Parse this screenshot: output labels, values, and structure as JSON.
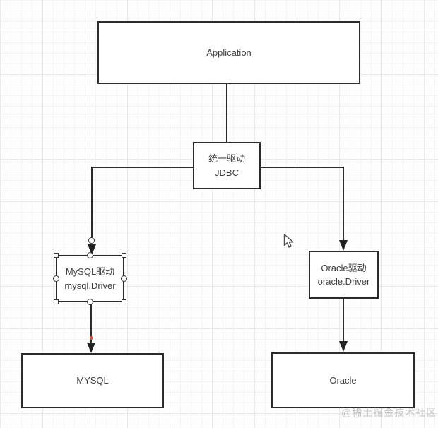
{
  "diagram": {
    "title_implicit": "JDBC driver architecture flowchart",
    "nodes": {
      "application": {
        "label": "Application"
      },
      "jdbc": {
        "line1": "统一驱动",
        "line2": "JDBC"
      },
      "mysql_driver": {
        "line1": "MySQL驱动",
        "line2": "mysql.Driver",
        "selected": true
      },
      "oracle_driver": {
        "line1": "Oracle驱动",
        "line2": "oracle.Driver",
        "selected": false
      },
      "mysql_db": {
        "label": "MYSQL"
      },
      "oracle_db": {
        "label": "Oracle"
      }
    },
    "edges": [
      {
        "from": "application",
        "to": "jdbc",
        "arrow": "none"
      },
      {
        "from": "jdbc",
        "to": "mysql_driver",
        "arrow": "solid-triangle",
        "route": "left-then-down"
      },
      {
        "from": "jdbc",
        "to": "oracle_driver",
        "arrow": "solid-triangle",
        "route": "right-then-down"
      },
      {
        "from": "mysql_driver",
        "to": "mysql_db",
        "arrow": "solid-triangle",
        "connection_dot": true
      },
      {
        "from": "oracle_driver",
        "to": "oracle_db",
        "arrow": "solid-triangle"
      }
    ],
    "colors": {
      "node_border": "#2b2b2b",
      "node_fill": "#ffffff",
      "edge": "#2b2b2b",
      "text": "#3f3f3f",
      "grid_minor": "#f4f4f4",
      "grid_major": "#e9e9e9",
      "connection_dot": "#c05a52",
      "selection_handle_fill": "#ffffff",
      "selection_handle_border": "#323232"
    }
  },
  "icons": {
    "cursor": "arrow-pointer"
  },
  "watermark": {
    "text": "@稀土掘金技术社区"
  }
}
